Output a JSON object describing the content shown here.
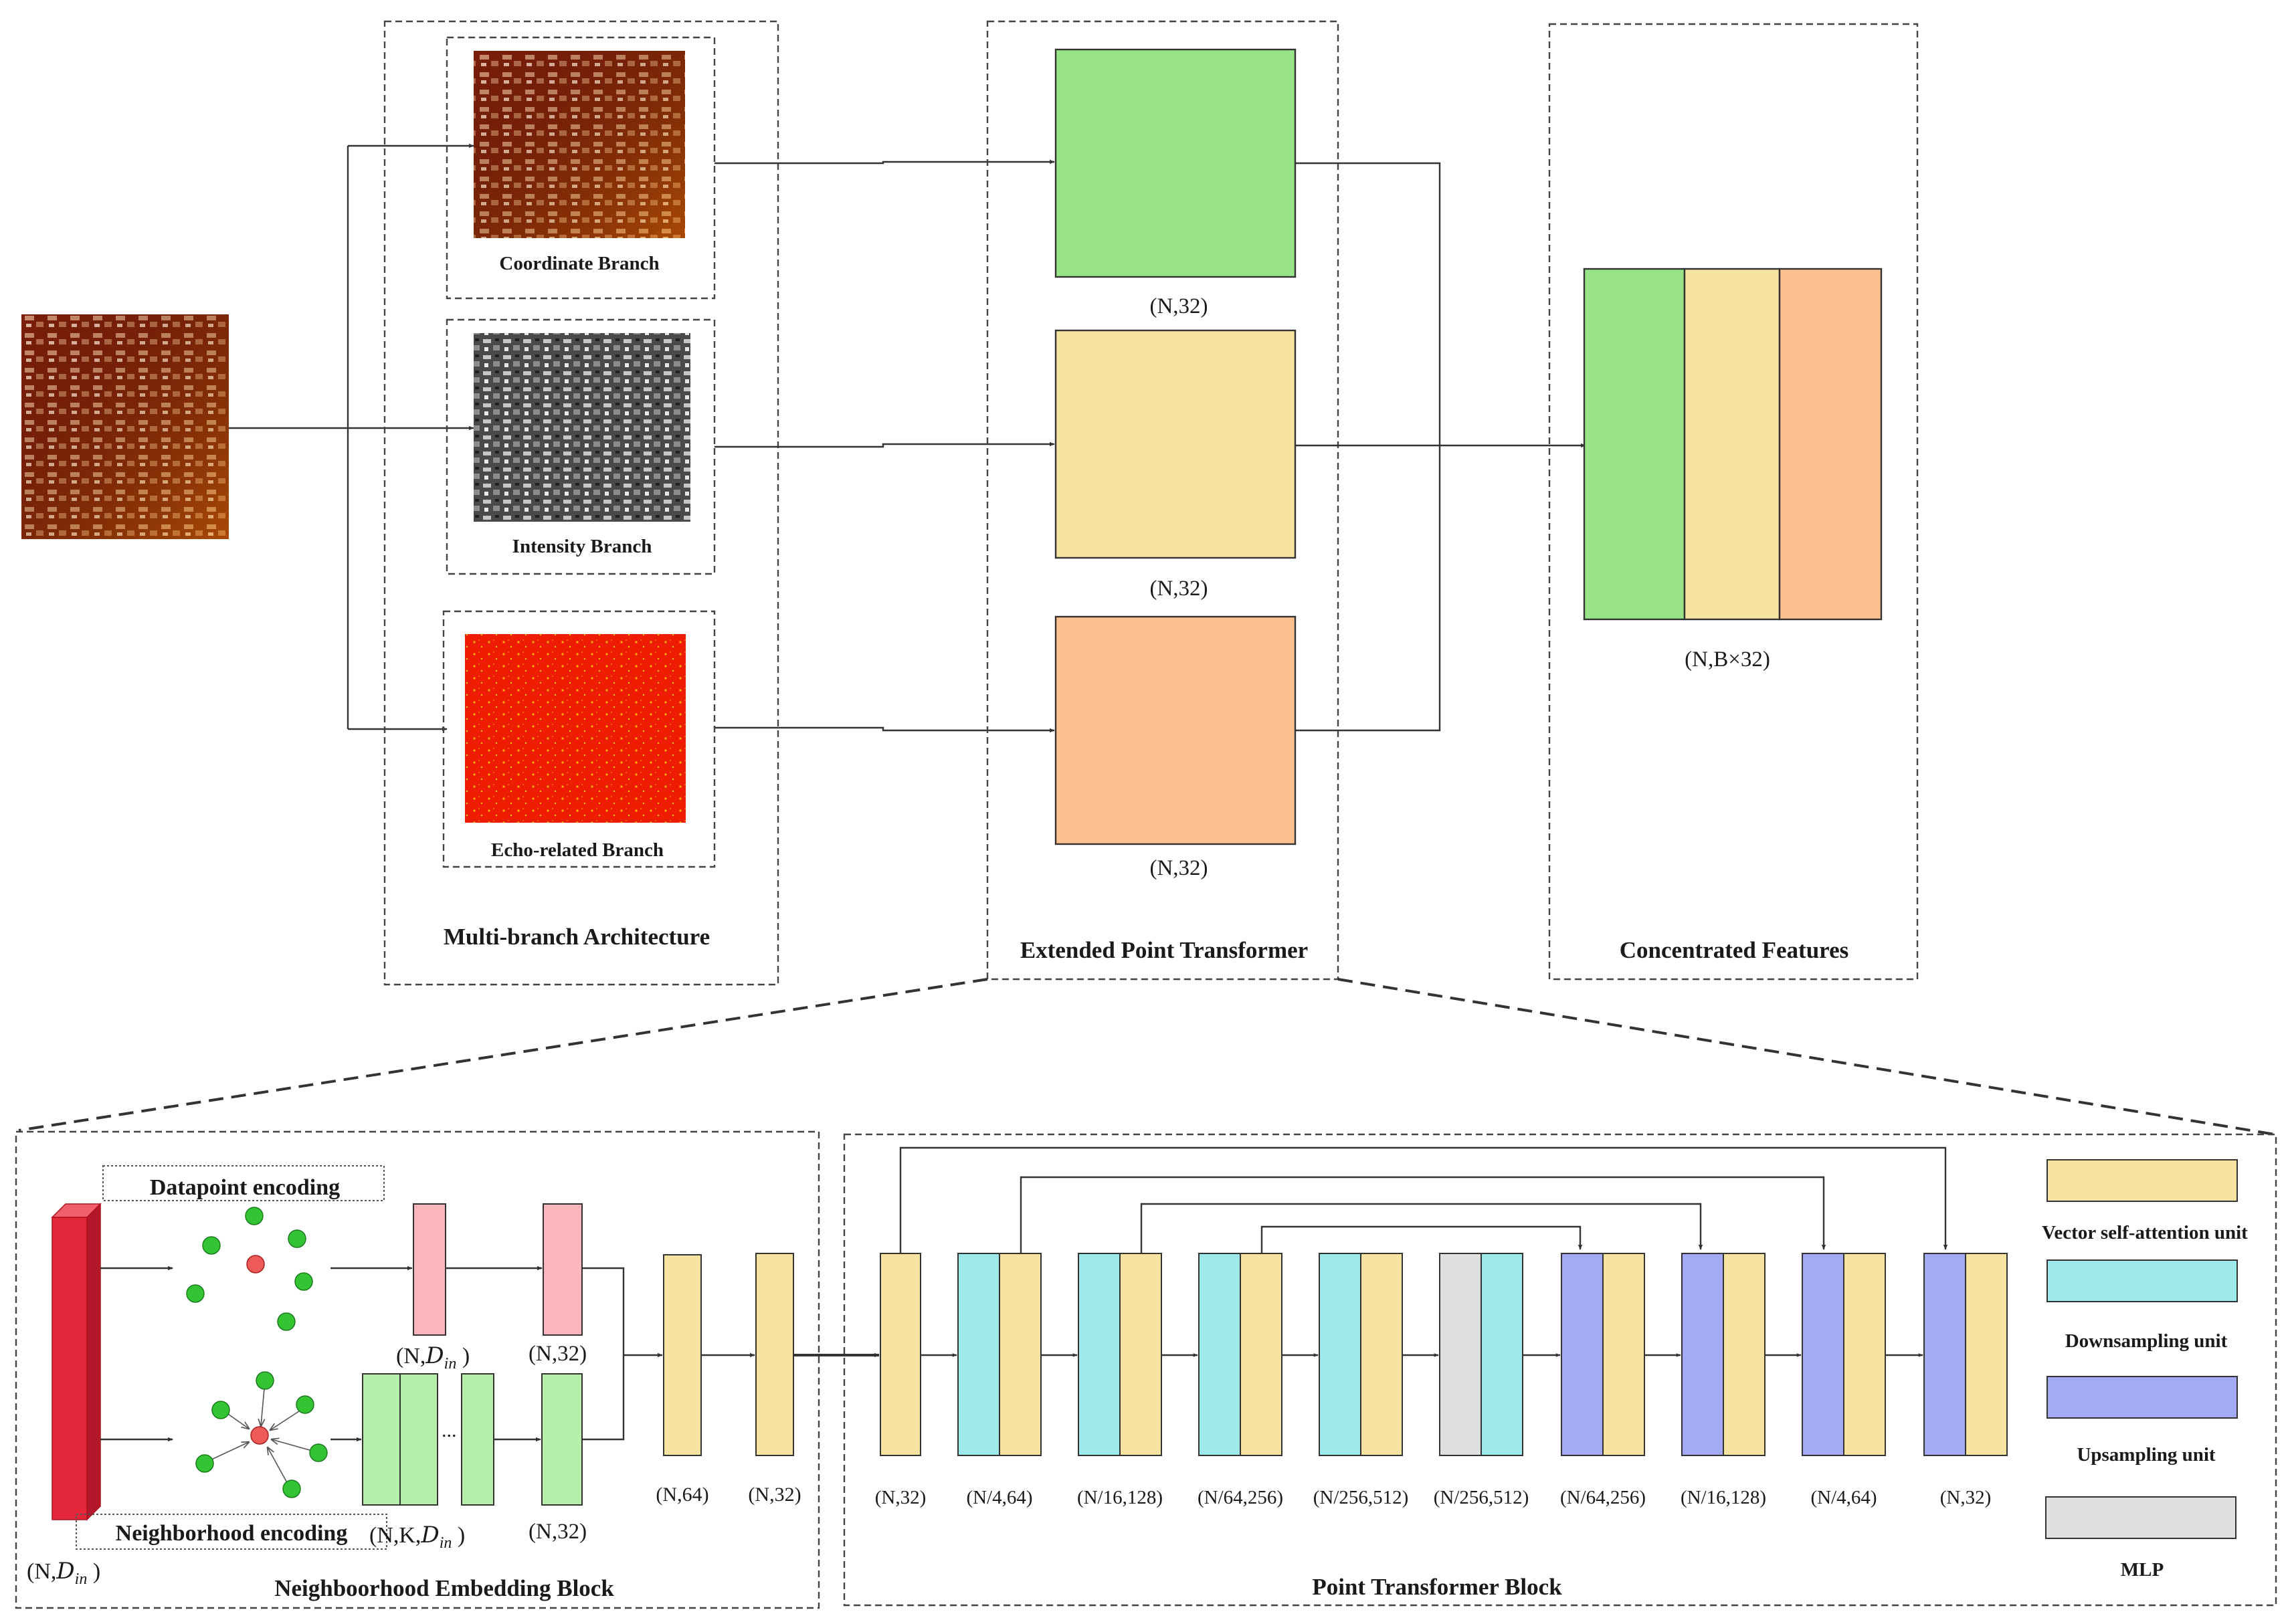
{
  "colors": {
    "green": "#98e387",
    "yellow": "#f8e4a2",
    "orange": "#fdc08e",
    "cyan": "#9ee9ea",
    "blue": "#a4abf5",
    "gray": "#dfdfdf",
    "pink": "#f9b7bd",
    "light_green": "#b6eeac",
    "red_block": "#e3263a",
    "red_dot": "#ee5a5a",
    "green_dot": "#33c433"
  },
  "top": {
    "multi_branch": {
      "title": "Multi-branch Architecture",
      "branches": [
        {
          "label": "Coordinate Branch",
          "image": "coordinate-map-image"
        },
        {
          "label": "Intensity Branch",
          "image": "intensity-map-image"
        },
        {
          "label": "Echo-related Branch",
          "image": "echo-map-image"
        }
      ]
    },
    "transformer": {
      "title": "Extended Point Transformer",
      "outputs": [
        "(N,32)",
        "(N,32)",
        "(N,32)"
      ]
    },
    "concat": {
      "title": "Concentrated Features",
      "label": "(N,B×32)"
    }
  },
  "embedding": {
    "title": "Neighboorhood Embedding Block",
    "datapoint_label": "Datapoint encoding",
    "neighborhood_label": "Neighborhood encoding",
    "input_prefix": "(N,",
    "input_symbol": "D",
    "input_sub": "in",
    "input_suffix": " )",
    "din_prefix": "(N,",
    "din_suffix": " )",
    "n32_a": "(N,32)",
    "nk_prefix": "(N,K,",
    "nk_suffix": " )",
    "dots": "...",
    "n32_b": "(N,32)",
    "n64": "(N,64)",
    "n32_c": "(N,32)"
  },
  "point_transformer": {
    "title": "Point Transformer Block",
    "labels": [
      "(N,32)",
      "(N/4,64)",
      "(N/16,128)",
      "(N/64,256)",
      "(N/256,512)",
      "(N/256,512)",
      "(N/64,256)",
      "(N/16,128)",
      "(N/4,64)",
      "(N,32)"
    ]
  },
  "legend": [
    {
      "label": "Vector self-attention unit",
      "color_key": "yellow"
    },
    {
      "label": "Downsampling unit",
      "color_key": "cyan"
    },
    {
      "label": "Upsampling unit",
      "color_key": "blue"
    },
    {
      "label": "MLP",
      "color_key": "gray"
    }
  ]
}
